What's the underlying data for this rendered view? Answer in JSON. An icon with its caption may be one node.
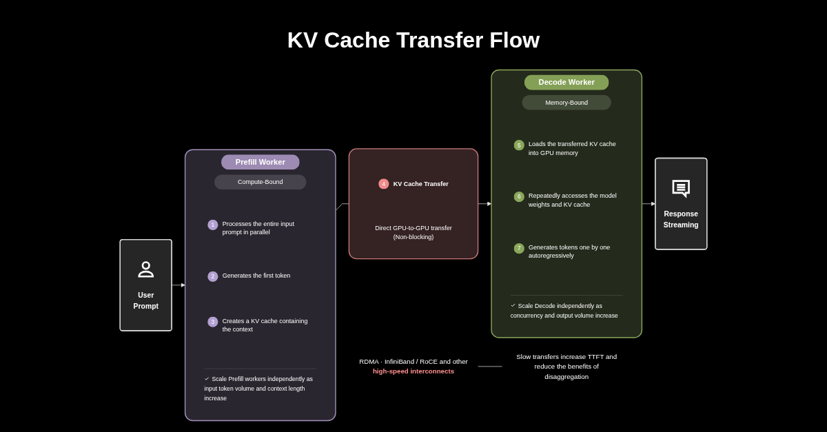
{
  "diagram": {
    "title": "KV Cache Transfer Flow",
    "nodes": [
      {
        "text": [
          "User Prompt"
        ]
      },
      {
        "text": [
          "Prefill Worker",
          "Scale Prefill workers independently as input token volume and context length increase"
        ]
      },
      {
        "text": [
          "Compute-Bound"
        ],
        "in": 1
      },
      {
        "text": [
          "1"
        ],
        "beside": [
          "Processes the entire input prompt in parallel"
        ],
        "in": 1
      },
      {
        "text": [
          "2"
        ],
        "beside": [
          "Generates the first token"
        ],
        "in": 1
      },
      {
        "text": [
          "3"
        ],
        "beside": [
          "Creates a KV cache containing the context"
        ],
        "in": 1
      },
      {
        "text": [
          "Direct GPU-to-GPU transfer (Non-blocking)"
        ]
      },
      {
        "text": [
          "4"
        ],
        "beside": [
          "KV Cache Transfer"
        ],
        "in": 6
      },
      {
        "text": [
          "RDMA · InfiniBand / RoCE and other **high-speed interconnects**"
        ]
      },
      {
        "text": [
          "Slow transfers increase TTFT and reduce the benefits of disaggregation"
        ]
      },
      {
        "text": [
          "Decode Worker",
          "Scale Decode independently as concurrency and output volume increase"
        ]
      },
      {
        "text": [
          "Memory-Bound"
        ],
        "in": 10
      },
      {
        "text": [
          "5"
        ],
        "beside": [
          "Loads the transferred KV cache into GPU memory"
        ],
        "in": 10
      },
      {
        "text": [
          "6"
        ],
        "beside": [
          "Repeatedly accesses the model weights and KV cache"
        ],
        "in": 10
      },
      {
        "text": [
          "7"
        ],
        "beside": [
          "Generates tokens one by one autoregressively"
        ],
        "in": 10
      },
      {
        "text": [
          "Response Streaming"
        ]
      }
    ],
    "edges": [
      {
        "from": 0,
        "to": 1,
        "arrow": "to"
      },
      {
        "from": 1,
        "to": 6,
        "arrow": "none"
      },
      {
        "from": 6,
        "to": 10,
        "arrow": "to"
      },
      {
        "from": 10,
        "to": 15,
        "arrow": "to"
      },
      {
        "from": 8,
        "to": 9,
        "arrow": "none"
      }
    ]
  }
}
